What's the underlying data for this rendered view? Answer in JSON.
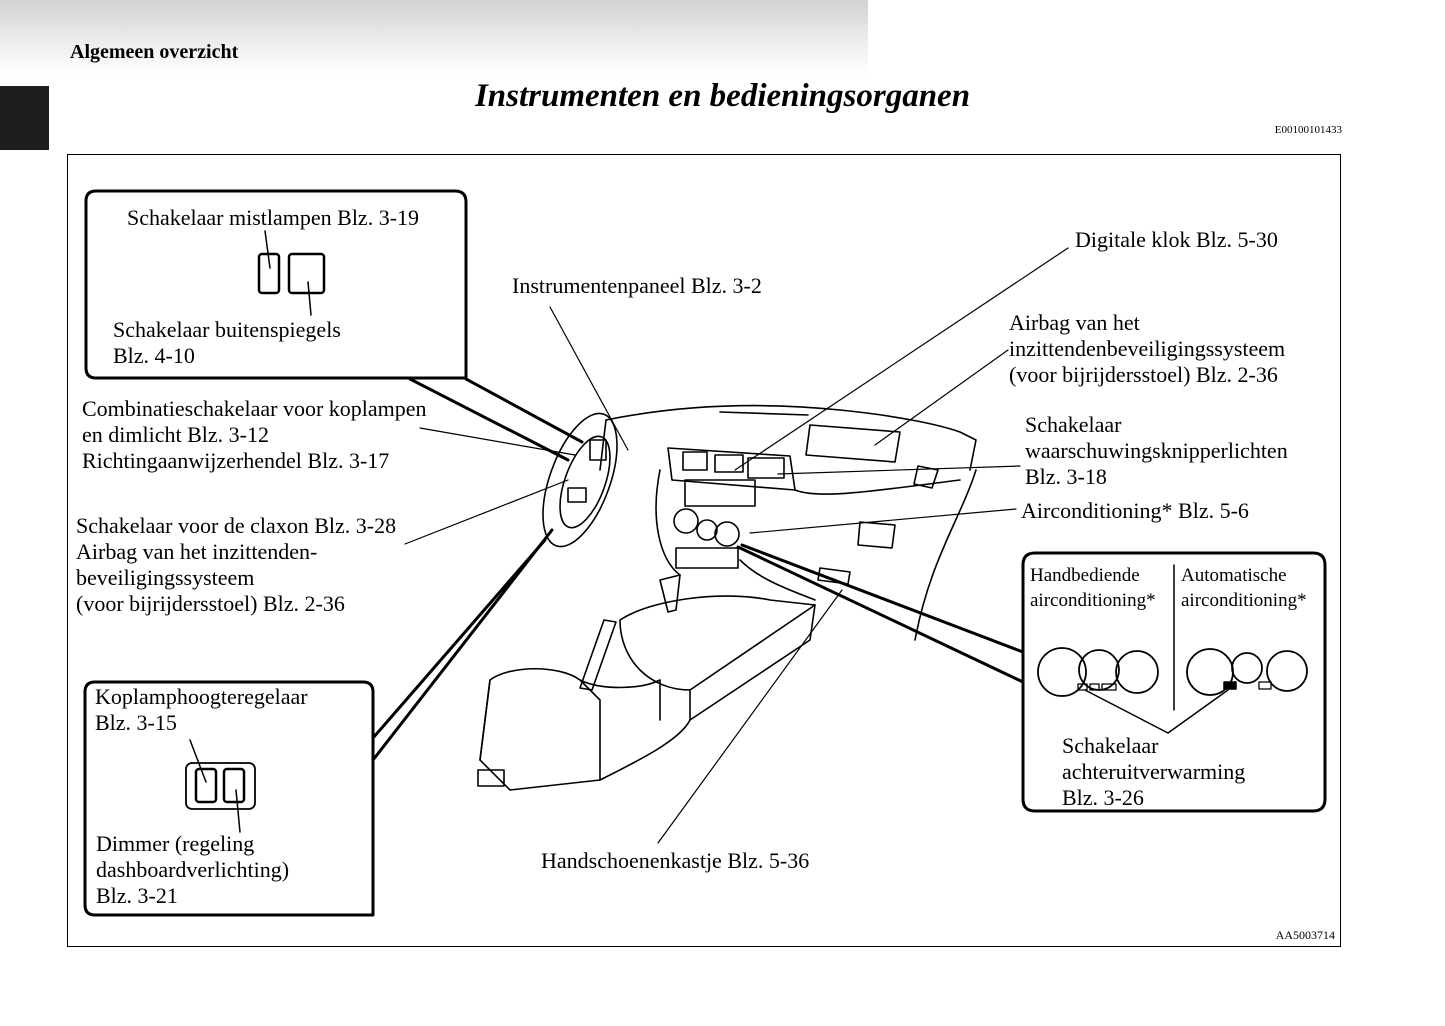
{
  "header": {
    "section": "Algemeen overzicht",
    "title": "Instrumenten en bedieningsorganen",
    "doc_code": "E00100101433"
  },
  "figure": {
    "figure_code": "AA5003714",
    "labels": {
      "mist_switch": "Schakelaar mistlampen Blz. 3-19",
      "mirror_switch": [
        "Schakelaar buitenspiegels",
        "Blz. 4-10"
      ],
      "combination_switch": [
        "Combinatieschakelaar voor koplampen",
        "en dimlicht Blz. 3-12",
        "Richtingaanwijzerhendel Blz. 3-17"
      ],
      "horn_airbag": [
        "Schakelaar voor de claxon Blz. 3-28",
        "Airbag van het inzittenden-",
        "beveiligingssysteem",
        "(voor bijrijdersstoel) Blz. 2-36"
      ],
      "headlamp_leveling": [
        "Koplamphoogteregelaar",
        "Blz. 3-15"
      ],
      "dimmer": [
        "Dimmer (regeling",
        "dashboardverlichting)",
        "Blz. 3-21"
      ],
      "instrument_panel": "Instrumentenpaneel Blz. 3-2",
      "digital_clock": "Digitale klok Blz. 5-30",
      "passenger_airbag": [
        "Airbag van het",
        "inzittendenbeveiligingssysteem",
        "(voor bijrijdersstoel) Blz. 2-36"
      ],
      "hazard_switch": [
        "Schakelaar",
        "waarschuwingsknipperlichten",
        "Blz. 3-18"
      ],
      "airconditioning": "Airconditioning* Blz. 5-6",
      "manual_ac": [
        "Handbediende",
        "airconditioning*"
      ],
      "auto_ac": [
        "Automatische",
        "airconditioning*"
      ],
      "rear_defogger": [
        "Schakelaar",
        "achteruitverwarming",
        "Blz. 3-26"
      ],
      "glove_box": "Handschoenenkastje Blz. 5-36"
    }
  }
}
